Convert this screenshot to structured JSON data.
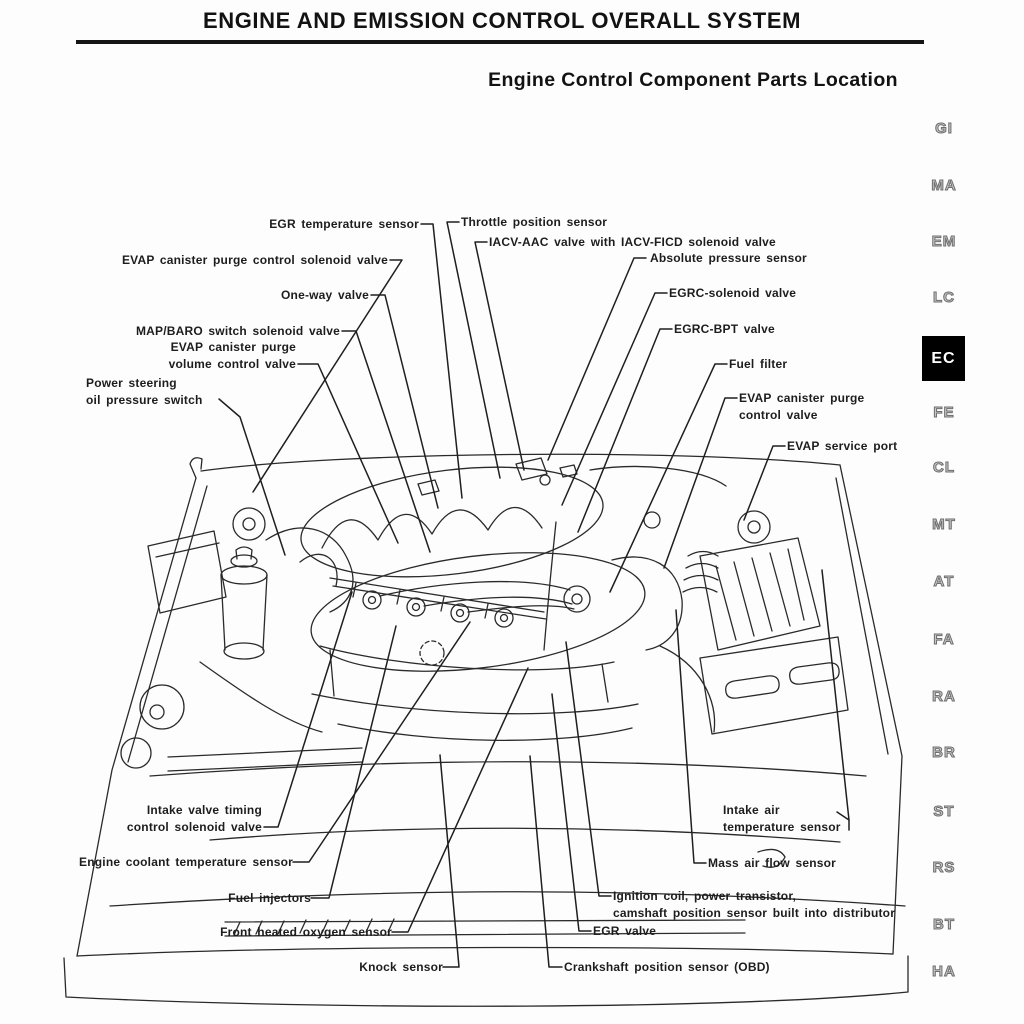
{
  "colors": {
    "paper": "#fdfdfd",
    "ink": "#1d1d1d",
    "tab_active_bg": "#000000",
    "tab_active_fg": "#ffffff",
    "tab_inactive_outline": "#6e6e6e"
  },
  "header": {
    "title": "ENGINE AND EMISSION CONTROL OVERALL SYSTEM",
    "subtitle": "Engine Control Component Parts Location"
  },
  "section_tabs": {
    "active": "EC",
    "items": [
      {
        "label": "GI"
      },
      {
        "label": "MA"
      },
      {
        "label": "EM"
      },
      {
        "label": "LC"
      },
      {
        "label": "EC"
      },
      {
        "label": "FE"
      },
      {
        "label": "CL"
      },
      {
        "label": "MT"
      },
      {
        "label": "AT"
      },
      {
        "label": "FA"
      },
      {
        "label": "RA"
      },
      {
        "label": "BR"
      },
      {
        "label": "ST"
      },
      {
        "label": "RS"
      },
      {
        "label": "BT"
      },
      {
        "label": "HA"
      }
    ]
  },
  "diagram": {
    "description": "Engine bay line drawing with component callouts",
    "labels": [
      {
        "text": "EGR temperature sensor"
      },
      {
        "text": "EVAP canister purge control solenoid valve"
      },
      {
        "text": "One-way valve"
      },
      {
        "text": "MAP/BARO switch solenoid valve"
      },
      {
        "text": "EVAP canister purge\nvolume control valve"
      },
      {
        "text": "Power steering\noil pressure switch"
      },
      {
        "text": "Throttle position sensor"
      },
      {
        "text": "IACV-AAC valve with IACV-FICD solenoid valve"
      },
      {
        "text": "Absolute pressure sensor"
      },
      {
        "text": "EGRC-solenoid valve"
      },
      {
        "text": "EGRC-BPT valve"
      },
      {
        "text": "Fuel filter"
      },
      {
        "text": "EVAP canister purge\ncontrol valve"
      },
      {
        "text": "EVAP service port"
      },
      {
        "text": "Intake valve timing\ncontrol solenoid valve"
      },
      {
        "text": "Engine coolant temperature sensor"
      },
      {
        "text": "Fuel injectors"
      },
      {
        "text": "Front heated oxygen sensor"
      },
      {
        "text": "Knock sensor"
      },
      {
        "text": "Intake air\ntemperature sensor"
      },
      {
        "text": "Mass air flow sensor"
      },
      {
        "text": "Ignition coil, power transistor,\ncamshaft position sensor built into distributor"
      },
      {
        "text": "EGR valve"
      },
      {
        "text": "Crankshaft position sensor (OBD)"
      }
    ]
  }
}
